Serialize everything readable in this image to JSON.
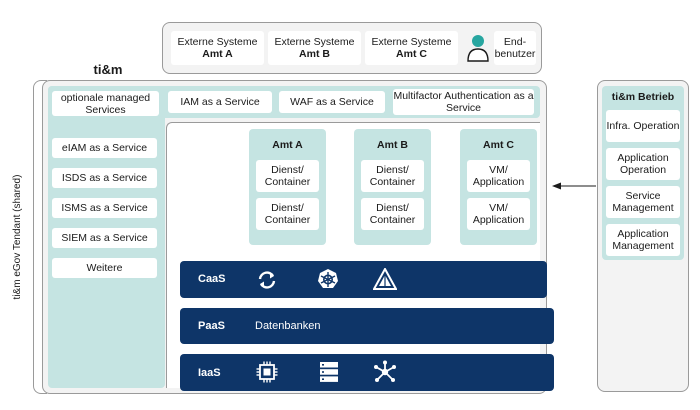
{
  "external": {
    "systems": [
      {
        "line1": "Externe Systeme",
        "line2": "Amt A"
      },
      {
        "line1": "Externe Systeme",
        "line2": "Amt B"
      },
      {
        "line1": "Externe Systeme",
        "line2": "Amt C"
      }
    ],
    "enduser": {
      "line1": "End-",
      "line2": "benutzer",
      "icon": "user-icon"
    }
  },
  "platform": {
    "title": "ti&m",
    "side_label": "ti&m eGov Tendant (shared)",
    "managed_services": {
      "label": "optionale managed Services",
      "items": [
        "IAM as a Service",
        "WAF as a Service",
        "Multifactor Authentication as a Service"
      ]
    },
    "left_services": [
      "eIAM as a Service",
      "ISDS as a Service",
      "ISMS as a Service",
      "SIEM as a Service",
      "Weitere"
    ],
    "tenants": [
      {
        "name": "Amt A",
        "items": [
          "Dienst/ Container",
          "Dienst/ Container"
        ]
      },
      {
        "name": "Amt B",
        "items": [
          "Dienst/ Container",
          "Dienst/ Container"
        ]
      },
      {
        "name": "Amt C",
        "items": [
          "VM/ Application",
          "VM/ Application"
        ]
      }
    ],
    "layers": {
      "caas": {
        "label": "CaaS",
        "icons": [
          "sync-icon",
          "kubernetes-icon",
          "triangle-logo-icon"
        ]
      },
      "paas": {
        "label": "PaaS",
        "text": "Datenbanken"
      },
      "iaas": {
        "label": "IaaS",
        "icons": [
          "cpu-chip-icon",
          "server-rack-icon",
          "network-nodes-icon"
        ]
      }
    }
  },
  "operations": {
    "title": "ti&m Betrieb",
    "items": [
      "Infra. Operation",
      "Application Operation",
      "Service Management",
      "Application Management"
    ]
  },
  "colors": {
    "teal": "#c5e4e2",
    "navy": "#0e3568",
    "panel": "#f3f3f3",
    "avatar": "#27a6a0"
  }
}
